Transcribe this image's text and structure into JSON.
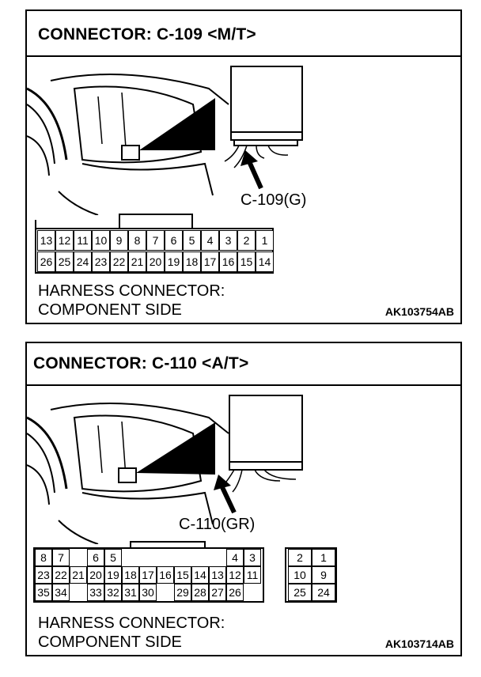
{
  "panels": [
    {
      "title": "CONNECTOR: C-109 <M/T>",
      "callout": "C-109(G)",
      "harness_line1": "HARNESS CONNECTOR:",
      "harness_line2": "COMPONENT SIDE",
      "code": "AK103754AB",
      "top_row": [
        "13",
        "12",
        "11",
        "10",
        "9",
        "8",
        "7",
        "6",
        "5",
        "4",
        "3",
        "2",
        "1"
      ],
      "bottom_row": [
        "26",
        "25",
        "24",
        "23",
        "22",
        "21",
        "20",
        "19",
        "18",
        "17",
        "16",
        "15",
        "14"
      ]
    },
    {
      "title": "CONNECTOR: C-110 <A/T>",
      "callout": "C-110(GR)",
      "harness_line1": "HARNESS CONNECTOR:",
      "harness_line2": "COMPONENT SIDE",
      "code": "AK103714AB",
      "row1": [
        "8",
        "7",
        "6",
        "5",
        "4",
        "3",
        "2",
        "1"
      ],
      "row2": [
        "23",
        "22",
        "21",
        "20",
        "19",
        "18",
        "17",
        "16",
        "15",
        "14",
        "13",
        "12",
        "11",
        "10",
        "9"
      ],
      "row3": [
        "35",
        "34",
        "33",
        "32",
        "31",
        "30",
        "29",
        "28",
        "27",
        "26",
        "25",
        "24"
      ]
    }
  ]
}
